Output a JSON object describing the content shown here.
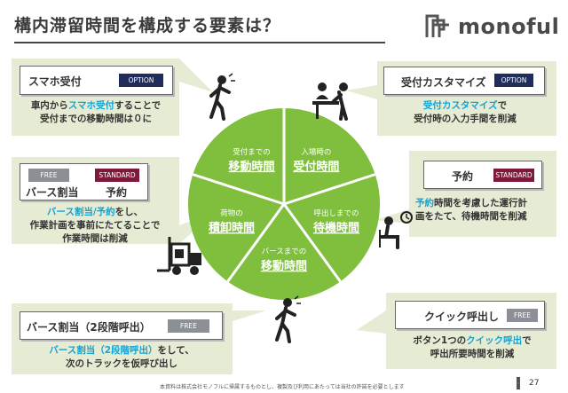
{
  "title": "構内滞留時間を構成する要素は？",
  "logo": {
    "text": "monoful"
  },
  "cards": {
    "smaho": {
      "label": "スマホ受付",
      "badge": "OPTION",
      "desc": {
        "l1_a": "車内から",
        "l1_hl": "スマホ受付",
        "l1_b": "することで",
        "l2": "受付までの移動時間は０に"
      }
    },
    "customize": {
      "label": "受付カスタマイズ",
      "badge": "OPTION",
      "desc": {
        "l1_hl": "受付カスタマイズ",
        "l1_b": "で",
        "l2": "受付時の入力手間を削減"
      }
    },
    "berth_reserve": {
      "badge_free": "FREE",
      "badge_standard": "STANDARD",
      "label_left": "バース割当",
      "label_right": "予約",
      "desc": {
        "l1_hl": "バース割当/予約",
        "l1_b": "をし、",
        "l2": "作業計画を事前にたてることで",
        "l3": "作業時間は削減"
      }
    },
    "reserve": {
      "label": "予約",
      "badge": "STANDARD",
      "desc": {
        "l1_hl": "予約",
        "l1_b": "時間を考慮した運行計",
        "l2": "画をたて、待機時間を削減"
      }
    },
    "berth2": {
      "label": "バース割当（2段階呼出）",
      "badge": "FREE",
      "desc": {
        "l1_hl": "バース割当（2段階呼出）",
        "l1_b": "をして、",
        "l2": "次のトラックを仮呼び出し"
      }
    },
    "quick": {
      "label": "クイック呼出し",
      "badge": "FREE",
      "desc": {
        "l1_a": "ボタン1つの",
        "l1_hl": "クイック呼出",
        "l1_b": "で",
        "l2": "呼出所要時間を削減"
      }
    }
  },
  "wheel": {
    "segments": [
      {
        "small": "受付までの",
        "big": "移動時間"
      },
      {
        "small": "入場時の",
        "big": "受付時間"
      },
      {
        "small": "呼出しまでの",
        "big": "待機時間"
      },
      {
        "small": "バースまでの",
        "big": "移動時間"
      },
      {
        "small": "荷物の",
        "big": "積卸時間"
      }
    ]
  },
  "footer": {
    "note": "本資料は株式会社モノフルに帰属するものとし、複製及び利用にあたっては当社の許諾を必要とします",
    "page": "27"
  },
  "colors": {
    "wheel": "#7fbf3d",
    "panel": "#e6ebd3",
    "highlight": "#12a4d6",
    "option": "#1f2d5c",
    "standard": "#7d1a39",
    "free": "#8c9096"
  }
}
